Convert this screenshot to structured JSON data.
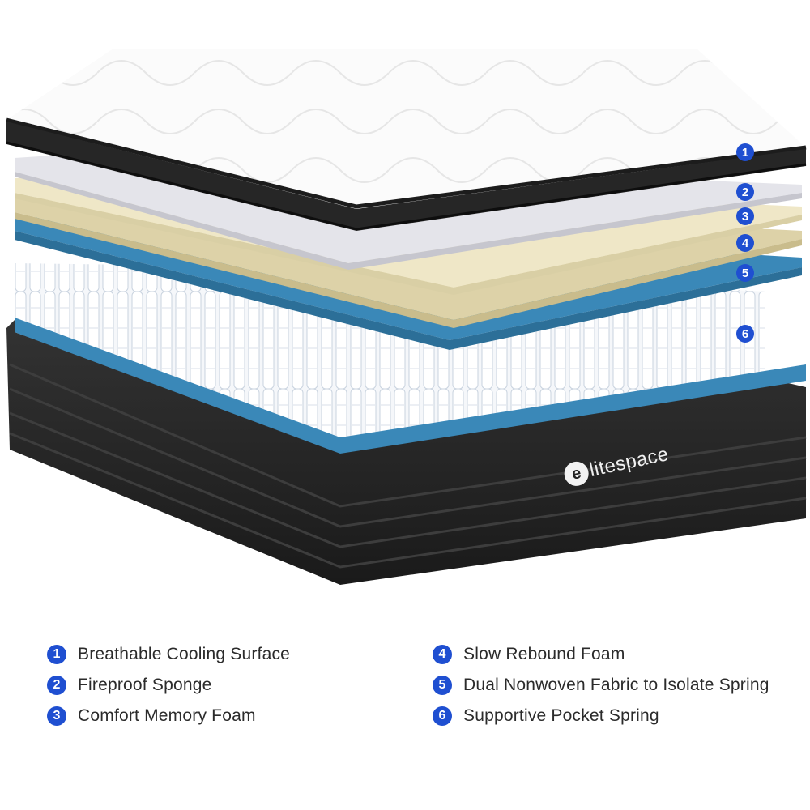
{
  "brand": {
    "mark": "e",
    "text": "litespace"
  },
  "colors": {
    "badge": "#1f4fd1",
    "cover_top": "#f7f7f7",
    "border_dark": "#1c1c1c",
    "sponge_gray": "#d6d6dc",
    "memory_foam": "#efe7c7",
    "slow_rebound": "#ddd2a8",
    "nonwoven_blue": "#3a88b8",
    "base_dark": "#2a2a2a"
  },
  "layers": [
    {
      "number": "1",
      "label": "Breathable Cooling Surface"
    },
    {
      "number": "2",
      "label": "Fireproof Sponge"
    },
    {
      "number": "3",
      "label": "Comfort Memory Foam"
    },
    {
      "number": "4",
      "label": "Slow Rebound Foam"
    },
    {
      "number": "5",
      "label": "Dual Nonwoven Fabric to Isolate Spring"
    },
    {
      "number": "6",
      "label": "Supportive Pocket Spring"
    }
  ]
}
